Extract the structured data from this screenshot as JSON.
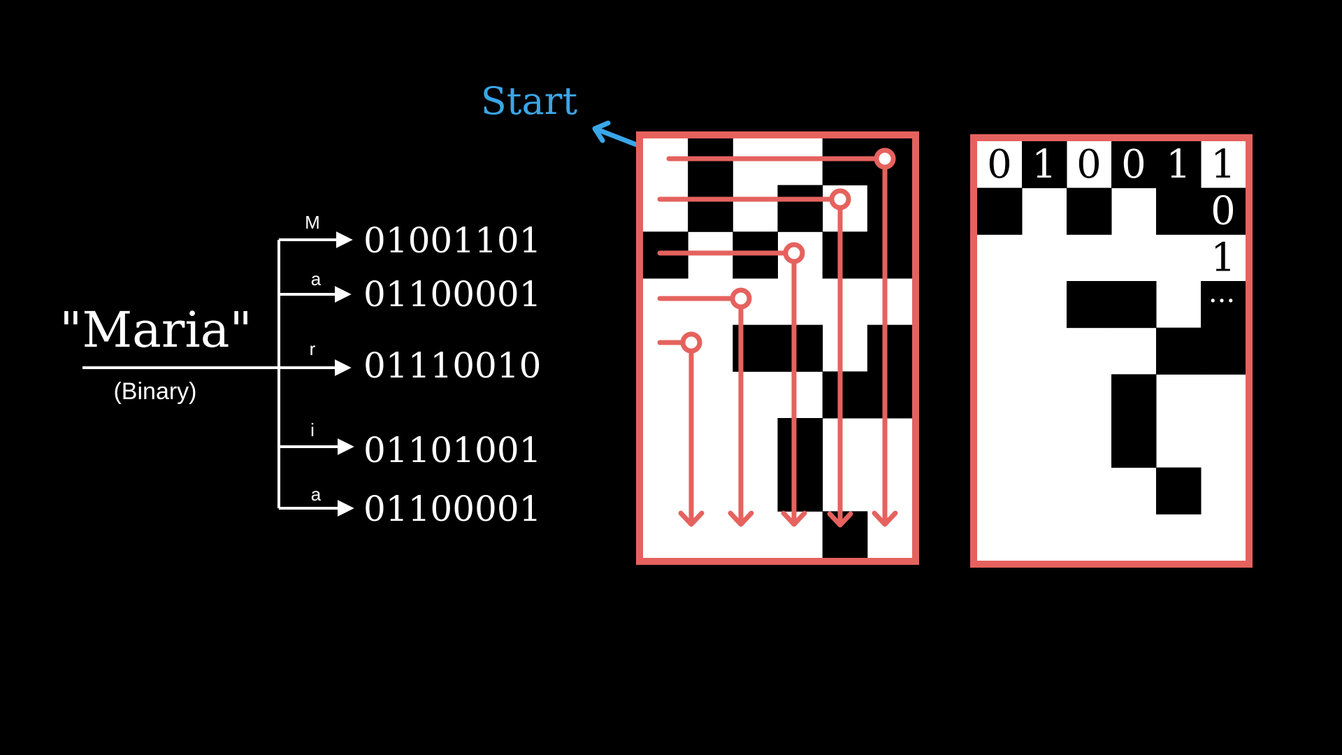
{
  "start_label": "Start",
  "word": "\"Maria\"",
  "word_caption": "(Binary)",
  "letters": [
    {
      "char": "M",
      "bits": "01001101"
    },
    {
      "char": "a",
      "bits": "01100001"
    },
    {
      "char": "r",
      "bits": "01110010"
    },
    {
      "char": "i",
      "bits": "01101001"
    },
    {
      "char": "a",
      "bits": "01100001"
    }
  ],
  "ellipsis": "...",
  "grid_left": {
    "rows": 9,
    "cols": 6,
    "cells": [
      "010011",
      "010101",
      "101011",
      "000000",
      "001101",
      "000011",
      "000100",
      "000100",
      "000010"
    ]
  },
  "grid_right": {
    "rows": 9,
    "cols": 6,
    "cells": [
      "010110",
      "101011",
      "000000",
      "001101",
      "000011",
      "000100",
      "000100",
      "000010",
      "000000"
    ]
  },
  "right_grid_labels": [
    {
      "text": "0",
      "row": 0,
      "col": 0
    },
    {
      "text": "1",
      "row": 0,
      "col": 1
    },
    {
      "text": "0",
      "row": 0,
      "col": 2
    },
    {
      "text": "0",
      "row": 0,
      "col": 3
    },
    {
      "text": "1",
      "row": 0,
      "col": 4
    },
    {
      "text": "1",
      "row": 0,
      "col": 5
    },
    {
      "text": "0",
      "row": 1,
      "col": 5
    },
    {
      "text": "1",
      "row": 2,
      "col": 5
    }
  ],
  "colors": {
    "background": "#000000",
    "accent_red": "#e5625e",
    "start_blue": "#3aa6e8",
    "foreground": "#ffffff"
  }
}
